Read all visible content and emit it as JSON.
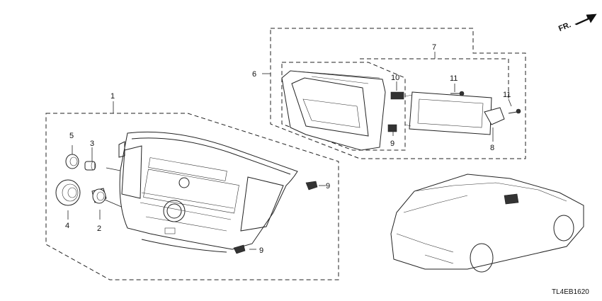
{
  "diagram": {
    "direction_label": "FR.",
    "diagram_code": "TL4EB1620",
    "callouts": [
      {
        "id": "c1",
        "label": "1"
      },
      {
        "id": "c2",
        "label": "2"
      },
      {
        "id": "c3",
        "label": "3"
      },
      {
        "id": "c4",
        "label": "4"
      },
      {
        "id": "c5",
        "label": "5"
      },
      {
        "id": "c6",
        "label": "6"
      },
      {
        "id": "c7",
        "label": "7"
      },
      {
        "id": "c8",
        "label": "8"
      },
      {
        "id": "c9a",
        "label": "9"
      },
      {
        "id": "c9b",
        "label": "9"
      },
      {
        "id": "c9c",
        "label": "9"
      },
      {
        "id": "c10",
        "label": "10"
      },
      {
        "id": "c11a",
        "label": "11"
      },
      {
        "id": "c11b",
        "label": "11"
      }
    ]
  }
}
